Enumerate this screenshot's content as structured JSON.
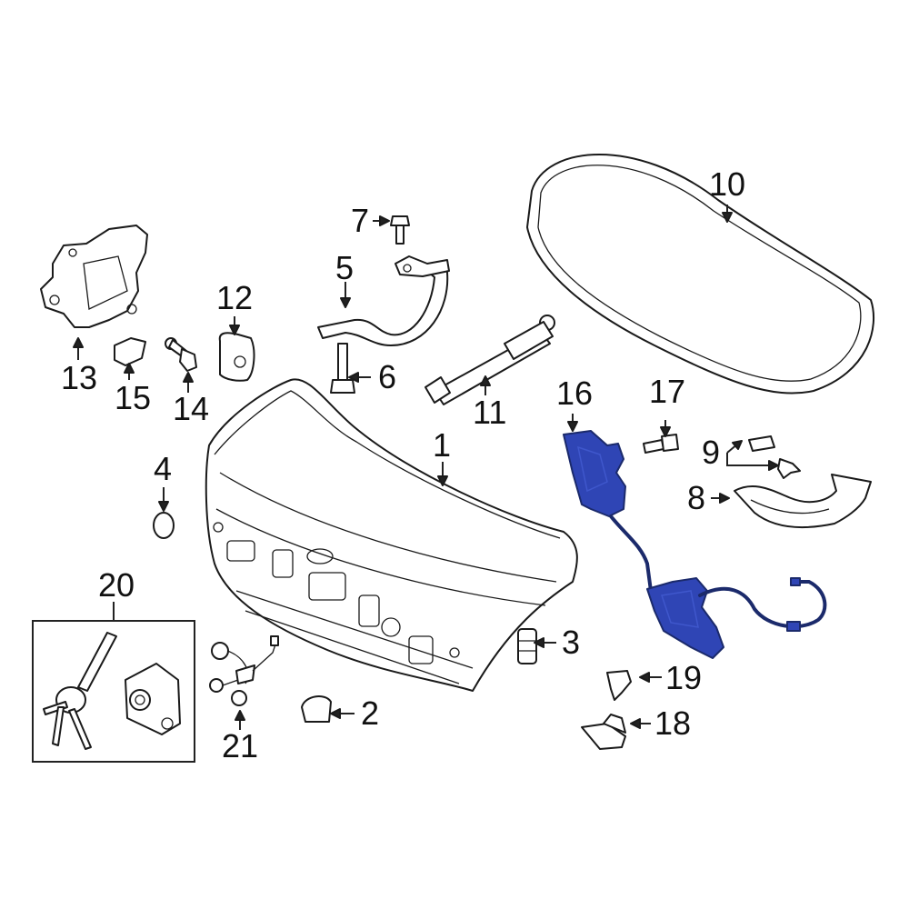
{
  "callouts": {
    "c1": "1",
    "c2": "2",
    "c3": "3",
    "c4": "4",
    "c5": "5",
    "c6": "6",
    "c7": "7",
    "c8": "8",
    "c9": "9",
    "c10": "10",
    "c11": "11",
    "c12": "12",
    "c13": "13",
    "c14": "14",
    "c15": "15",
    "c16": "16",
    "c17": "17",
    "c18": "18",
    "c19": "19",
    "c20": "20",
    "c21": "21"
  },
  "colors": {
    "highlight": "#2f45b5",
    "line": "#1a1a1a",
    "background": "#ffffff"
  },
  "highlighted_parts": [
    "16"
  ]
}
